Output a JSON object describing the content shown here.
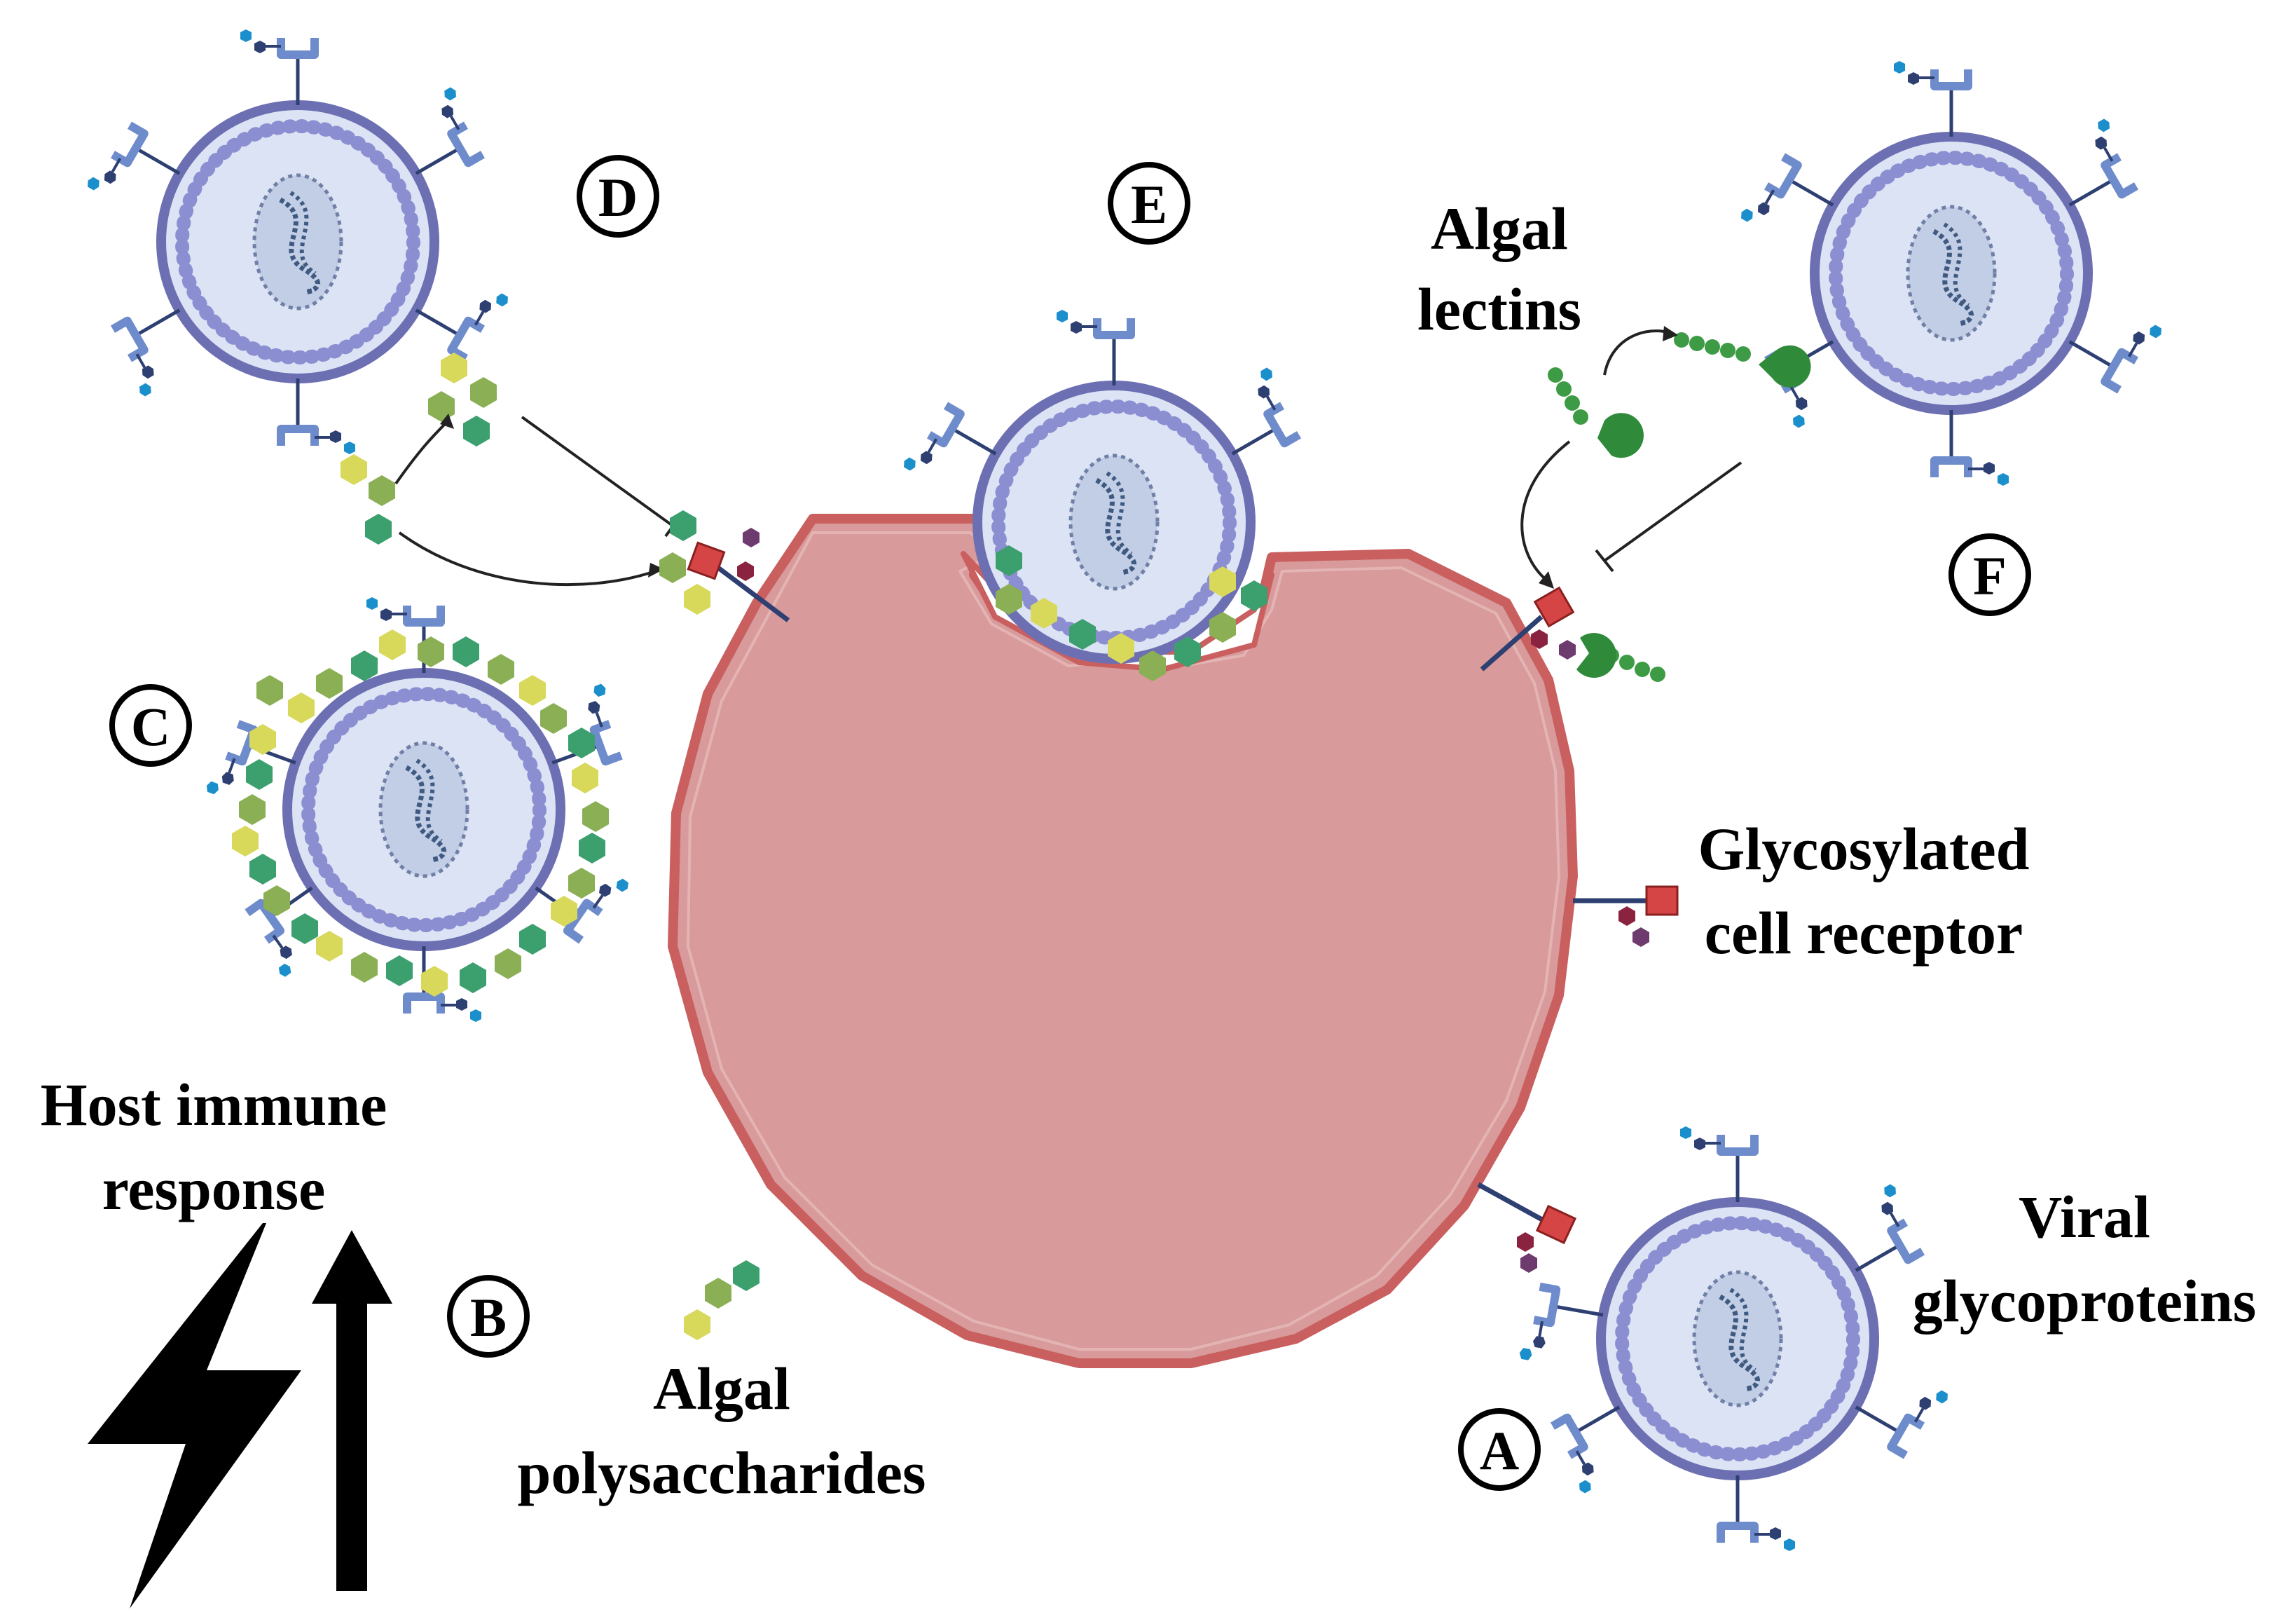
{
  "labels": {
    "algal_lectins_line1": "Algal",
    "algal_lectins_line2": "lectins",
    "glyco_receptor_line1": "Glycosylated",
    "glyco_receptor_line2": "cell receptor",
    "host_immune_line1": "Host immune",
    "host_immune_line2": "response",
    "algal_poly_line1": "Algal",
    "algal_poly_line2": "polysaccharides",
    "viral_glyco_line1": "Viral",
    "viral_glyco_line2": "glycoproteins"
  },
  "steps": {
    "a": "A",
    "b": "B",
    "c": "C",
    "d": "D",
    "e": "E",
    "f": "F"
  },
  "icons": {
    "lightning": "lightning-icon",
    "arrow": "up-arrow-icon"
  },
  "colors": {
    "cell_fill": "#D89A9A",
    "cell_stroke": "#C95F5F",
    "virion_membrane": "#6C6FB2",
    "virion_interior": "#DCE3F5",
    "glycoprotein": "#6E8BCB",
    "glycan_dark": "#2E3F72",
    "glycan_cyan": "#1A8FCB",
    "receptor": "#D64545",
    "receptor_glycan": "#8A2340",
    "poly_green": "#3C9F6E",
    "poly_olive": "#8BAF55",
    "poly_yellow": "#D8D85A",
    "lectin": "#3E9B45"
  }
}
